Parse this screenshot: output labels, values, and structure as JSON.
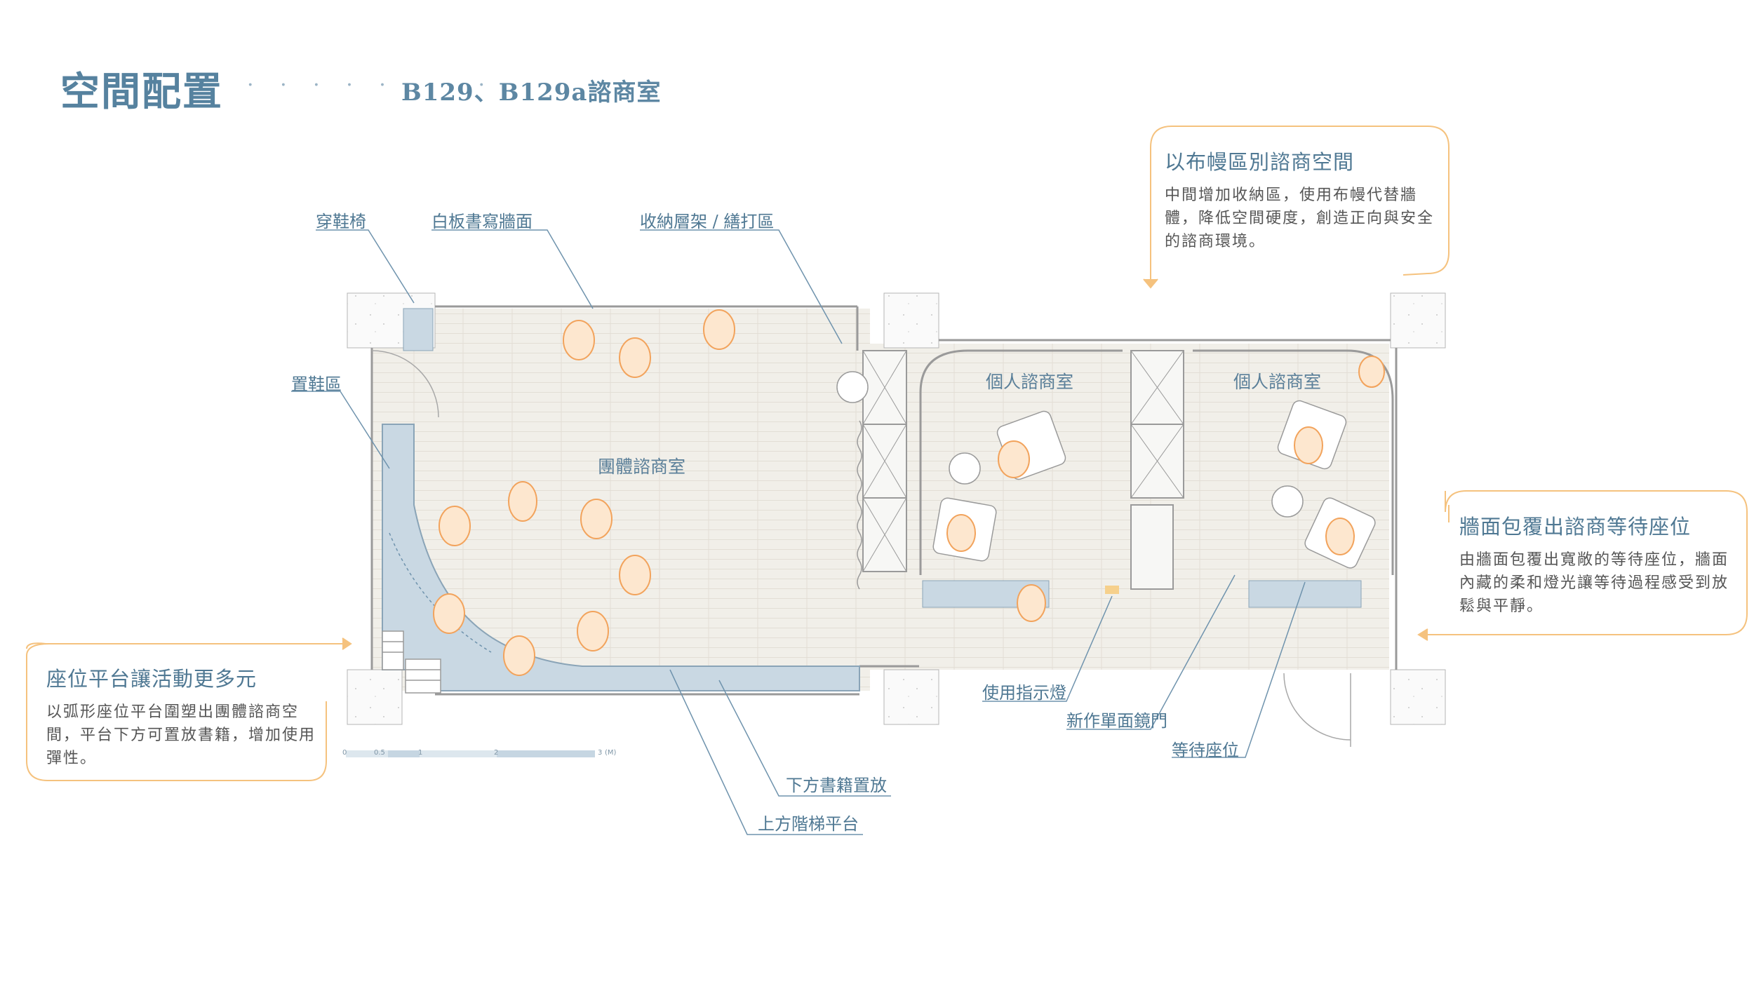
{
  "header": {
    "title": "空間配置",
    "dots": "· · · · · · · ·",
    "subtitle": "B129、B129a諮商室"
  },
  "rooms": {
    "group": "團體諮商室",
    "personal_a": "個人諮商室",
    "personal_b": "個人諮商室"
  },
  "labels": {
    "shoe_bench": "穿鞋椅",
    "whiteboard": "白板書寫牆面",
    "storage": "收納層架 / 繕打區",
    "shoe_area": "置鞋區",
    "indicator_light": "使用指示燈",
    "mirror_door": "新作單面鏡門",
    "waiting_seat": "等待座位",
    "book_storage": "下方書籍置放",
    "stair_platform": "上方階梯平台"
  },
  "callouts": {
    "curtain": {
      "title": "以布幔區別諮商空間",
      "body": "中間增加收納區，使用布幔代替牆體，降低空間硬度，創造正向與安全的諮商環境。"
    },
    "wall_seat": {
      "title": "牆面包覆出諮商等待座位",
      "body": "由牆面包覆出寬敞的等待座位，牆面內藏的柔和燈光讓等待過程感受到放鬆與平靜。"
    },
    "platform": {
      "title": "座位平台讓活動更多元",
      "body": "以弧形座位平台圍塑出團體諮商空間，平台下方可置放書籍，增加使用彈性。"
    }
  },
  "scale_bar": {
    "ticks": [
      "0",
      "0.5",
      "1",
      "2",
      "3"
    ],
    "unit": "(M)"
  },
  "colors": {
    "title": "#56829f",
    "line": "#6f93ad",
    "callout_border": "#f5c27e",
    "floor": "#f1efe9",
    "platform": "#c9d8e3",
    "figure": "#f2a35c"
  }
}
